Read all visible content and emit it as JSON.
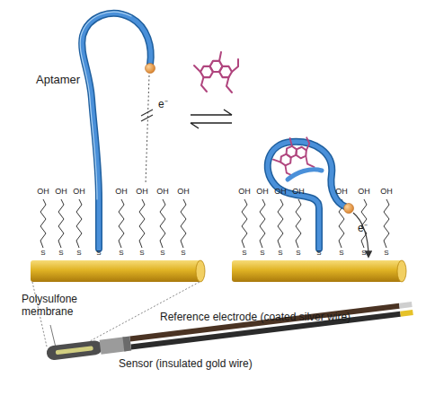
{
  "diagram": {
    "labels": [
      "Aptamer",
      "e⁻",
      "e⁻",
      "OH",
      "OH",
      "OH",
      "OH",
      "OH",
      "OH",
      "OH",
      "OH",
      "OH",
      "OH",
      "OH",
      "OH",
      "OH",
      "OH",
      "S",
      "S",
      "S",
      "S",
      "S",
      "S",
      "S",
      "S",
      "S",
      "S",
      "S",
      "S",
      "S",
      "S",
      "S",
      "S",
      "Polysulfone membrane",
      "Reference electrode (coated silver wire)",
      "Sensor (insulated gold wire)"
    ]
  }
}
